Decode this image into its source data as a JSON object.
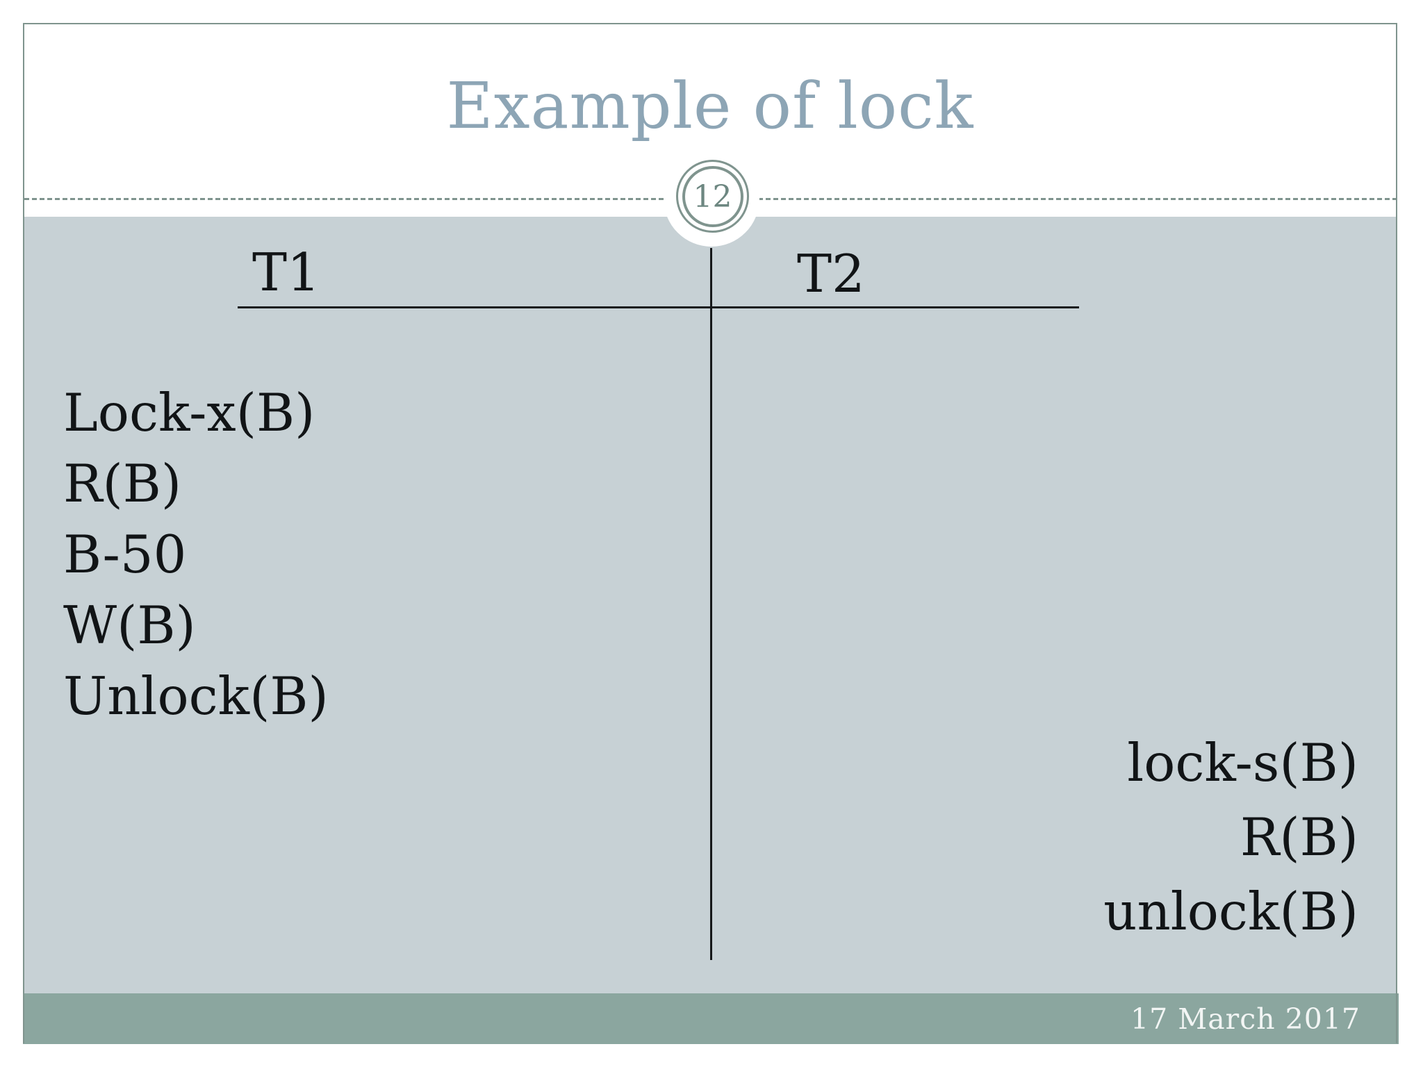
{
  "slide": {
    "title": "Example of lock",
    "page_number": "12",
    "footer_date": "17 March 2017"
  },
  "table": {
    "columns": [
      "T1",
      "T2"
    ],
    "t1_operations": [
      "Lock-x(B)",
      "R(B)",
      "B-50",
      "W(B)",
      "Unlock(B)"
    ],
    "t2_operations": [
      "lock-s(B)",
      "R(B)",
      "unlock(B)"
    ]
  },
  "colors": {
    "title_text": "#8da5b5",
    "accent_sage": "#7f948e",
    "content_bg": "#c7d1d5",
    "footer_bg": "#8ba69f",
    "body_text": "#111416",
    "footer_text": "#f2f5f4",
    "page_number_text": "#6d8781"
  }
}
